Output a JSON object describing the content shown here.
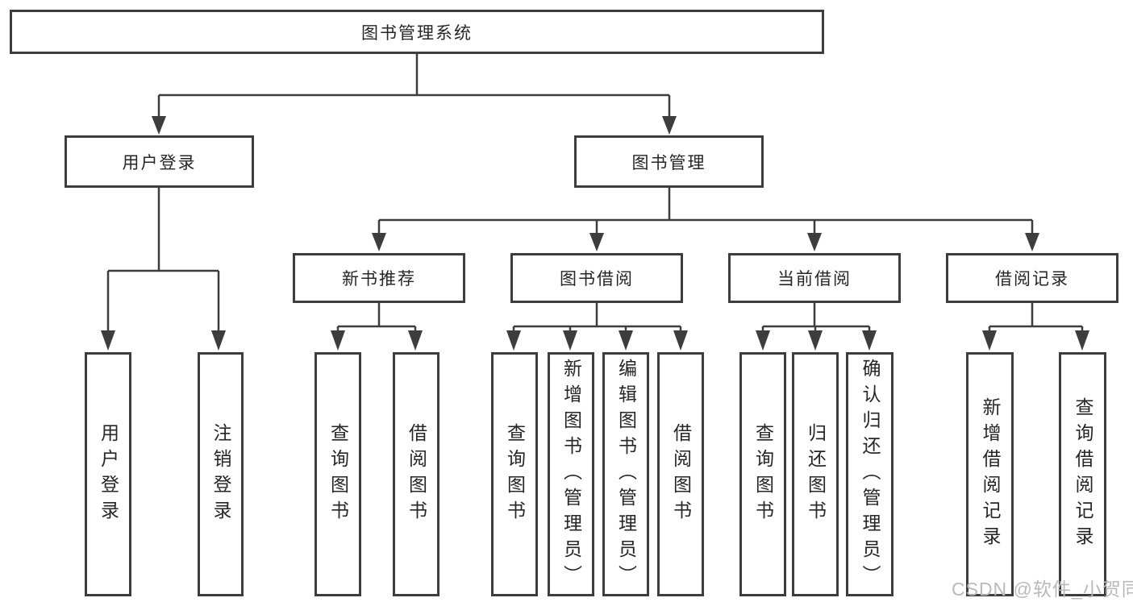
{
  "diagram": {
    "title": "图书管理系统",
    "root": {
      "label": "图书管理系统"
    },
    "level2": [
      {
        "label": "用户登录"
      },
      {
        "label": "图书管理"
      }
    ],
    "level3": [
      {
        "label": "新书推荐"
      },
      {
        "label": "图书借阅"
      },
      {
        "label": "当前借阅"
      },
      {
        "label": "借阅记录"
      }
    ],
    "leaves": [
      {
        "label": "用户登录",
        "parent": "用户登录"
      },
      {
        "label": "注销登录",
        "parent": "用户登录"
      },
      {
        "label": "查询图书",
        "parent": "新书推荐"
      },
      {
        "label": "借阅图书",
        "parent": "新书推荐"
      },
      {
        "label": "查询图书",
        "parent": "图书借阅"
      },
      {
        "label": "新增图书（管理员）",
        "parent": "图书借阅"
      },
      {
        "label": "编辑图书（管理员）",
        "parent": "图书借阅"
      },
      {
        "label": "借阅图书",
        "parent": "图书借阅"
      },
      {
        "label": "查询图书",
        "parent": "当前借阅"
      },
      {
        "label": "归还图书",
        "parent": "当前借阅"
      },
      {
        "label": "确认归还（管理员）",
        "parent": "当前借阅"
      },
      {
        "label": "新增借阅记录",
        "parent": "借阅记录"
      },
      {
        "label": "查询借阅记录",
        "parent": "借阅记录"
      }
    ]
  },
  "colors": {
    "line": "#3d3d3d",
    "border": "#3d3d3d",
    "text": "#26262a",
    "watermark": "#b9b9bd",
    "background": "#ffffff"
  },
  "watermark": {
    "text": "CSDN @软件_小贺同学"
  }
}
